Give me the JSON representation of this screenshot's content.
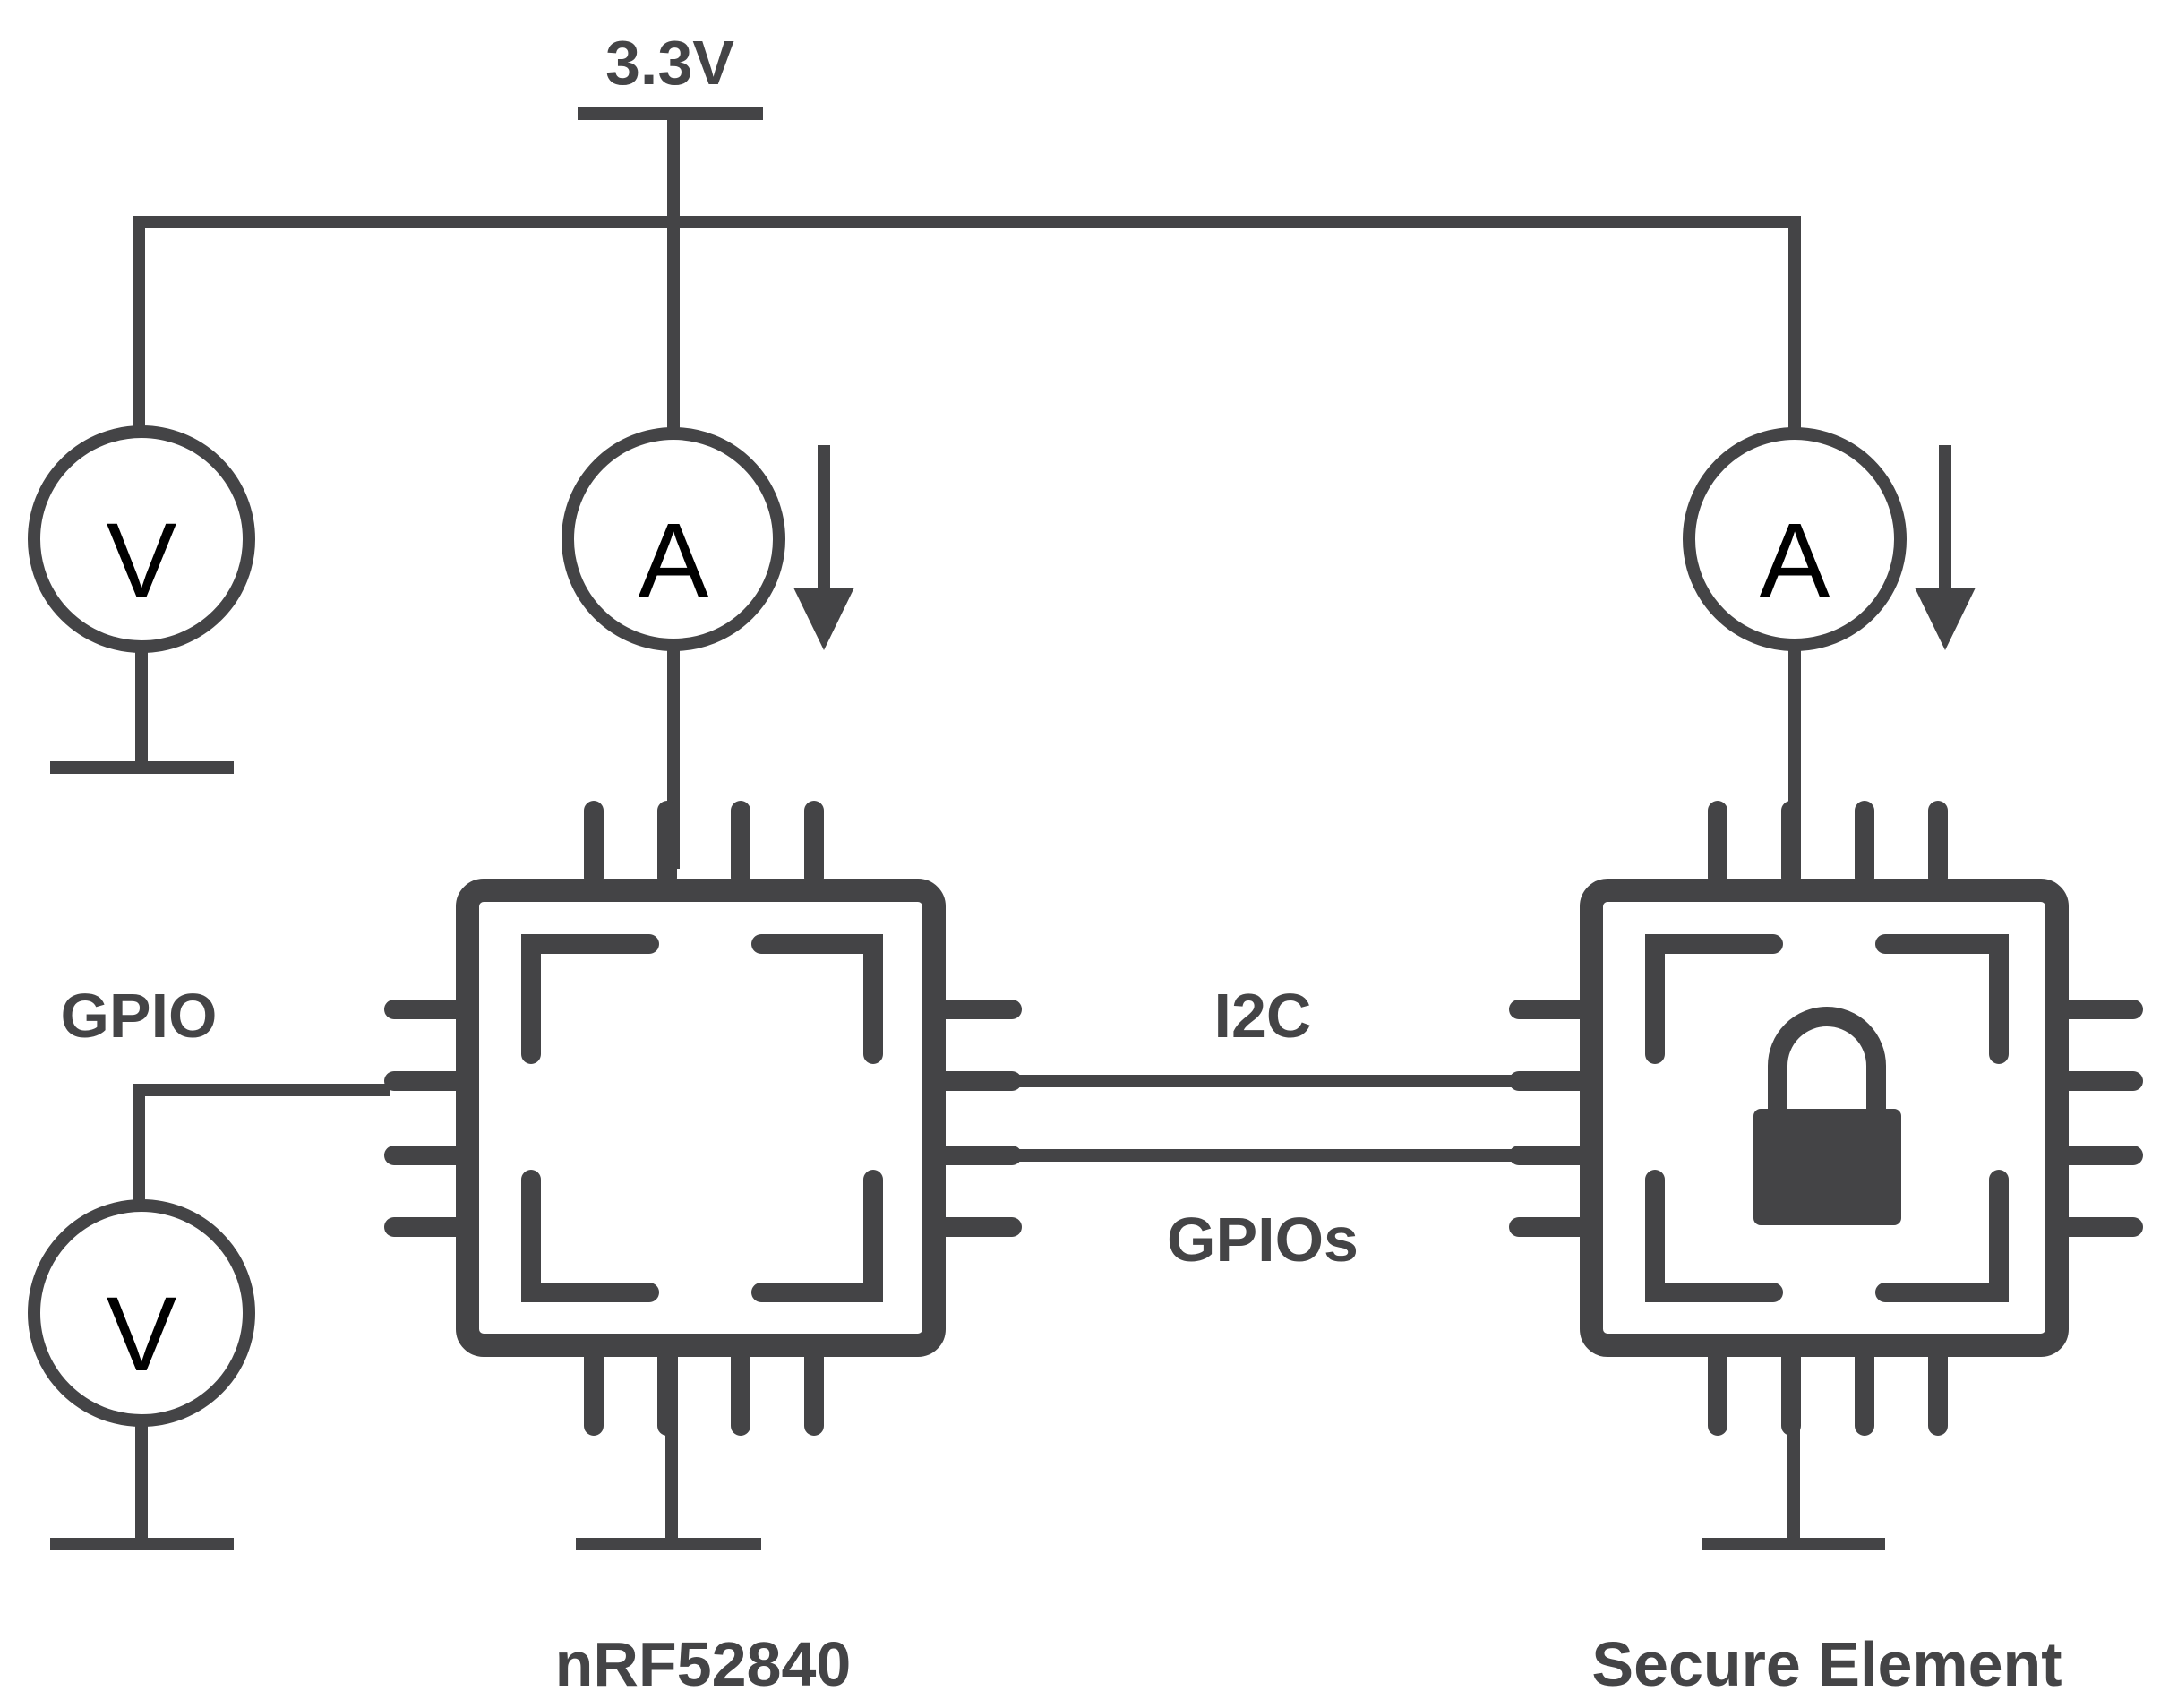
{
  "labels": {
    "supply": "3.3V",
    "gpio": "GPIO",
    "i2c": "I2C",
    "gpios": "GPIOs",
    "chip_left": "nRF52840",
    "chip_right": "Secure Element"
  },
  "meters": {
    "voltmeter_top": "V",
    "ammeter_left": "A",
    "ammeter_right": "A",
    "voltmeter_bottom": "V"
  },
  "colors": {
    "stroke": "#444446",
    "background": "#ffffff"
  }
}
